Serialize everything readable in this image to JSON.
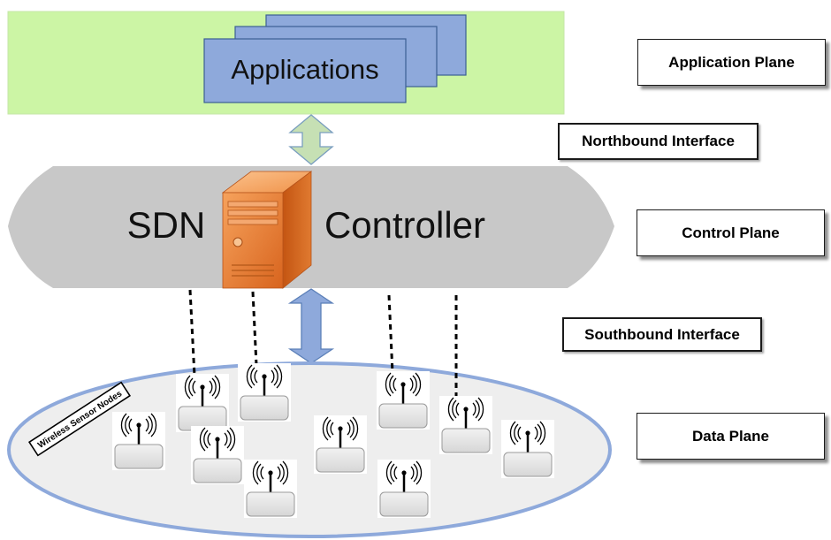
{
  "application_layer": {
    "label": "Applications"
  },
  "control_layer": {
    "left_label": "SDN",
    "right_label": "Controller"
  },
  "data_layer": {
    "tag": "Wireless Sensor Nodes"
  },
  "planes": {
    "application": "Application Plane",
    "northbound": "Northbound Interface",
    "control": "Control Plane",
    "southbound": "Southbound Interface",
    "data": "Data Plane"
  },
  "colors": {
    "application_band": "#ccf5a5",
    "application_card": "#8ea9db",
    "northbound_arrow": "#c6e0b4",
    "controller_band": "#c8c8c8",
    "southbound_arrow": "#8ea9db",
    "data_ellipse_fill": "#eeeeee",
    "data_ellipse_stroke": "#8ea9db",
    "server": "#e8823c",
    "sensor_node": "#e6e6e6"
  },
  "icons": {
    "controller": "server-icon",
    "node": "wireless-sensor-node-icon"
  }
}
